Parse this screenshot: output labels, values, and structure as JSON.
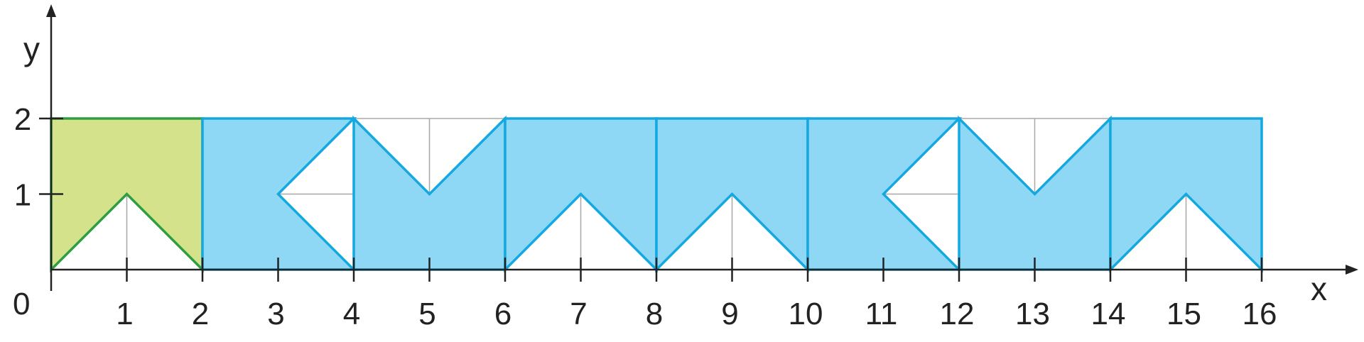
{
  "axes": {
    "x_label": "x",
    "y_label": "y",
    "origin_label": "0",
    "x_ticks": [
      "1",
      "2",
      "3",
      "4",
      "5",
      "6",
      "7",
      "8",
      "9",
      "10",
      "11",
      "12",
      "13",
      "14",
      "15",
      "16"
    ],
    "y_ticks": [
      "1",
      "2"
    ]
  },
  "colors": {
    "green_fill": "#d4e28c",
    "green_stroke": "#2e9e3e",
    "blue_fill": "#8fd8f5",
    "blue_stroke": "#13a8e0",
    "grid": "#a8a8a8",
    "axis": "#222222"
  },
  "shapes": [
    {
      "color": "green",
      "points": [
        [
          0,
          0
        ],
        [
          0,
          2
        ],
        [
          2,
          2
        ],
        [
          2,
          0
        ],
        [
          1,
          1
        ]
      ]
    },
    {
      "color": "blue",
      "points": [
        [
          2,
          0
        ],
        [
          2,
          2
        ],
        [
          4,
          2
        ],
        [
          3,
          1
        ],
        [
          4,
          0
        ]
      ]
    },
    {
      "color": "blue",
      "points": [
        [
          4,
          0
        ],
        [
          4,
          2
        ],
        [
          5,
          1
        ],
        [
          6,
          2
        ],
        [
          6,
          0
        ]
      ]
    },
    {
      "color": "blue",
      "points": [
        [
          6,
          0
        ],
        [
          6,
          2
        ],
        [
          8,
          2
        ],
        [
          8,
          0
        ],
        [
          7,
          1
        ]
      ],
      "note": ""
    },
    {
      "color": "blue",
      "points": [
        [
          8,
          0
        ],
        [
          8,
          2
        ],
        [
          10,
          2
        ],
        [
          10,
          0
        ],
        [
          9,
          1
        ]
      ]
    },
    {
      "color": "blue",
      "points": [
        [
          10,
          0
        ],
        [
          10,
          2
        ],
        [
          12,
          2
        ],
        [
          11,
          1
        ],
        [
          12,
          0
        ]
      ]
    },
    {
      "color": "blue",
      "points": [
        [
          12,
          0
        ],
        [
          12,
          2
        ],
        [
          13,
          1
        ],
        [
          14,
          2
        ],
        [
          14,
          0
        ]
      ]
    },
    {
      "color": "blue",
      "points": [
        [
          14,
          0
        ],
        [
          14,
          2
        ],
        [
          16,
          2
        ],
        [
          16,
          0
        ],
        [
          15,
          1
        ]
      ]
    }
  ]
}
